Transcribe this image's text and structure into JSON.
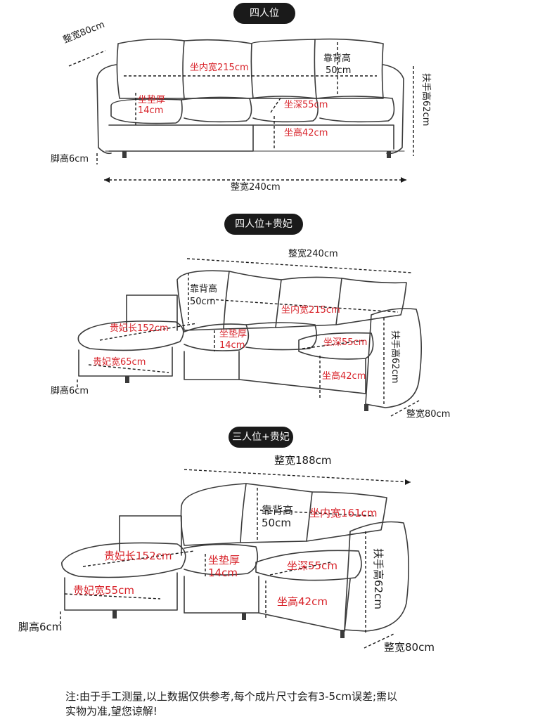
{
  "diagram1": {
    "title": "四人位",
    "depth": "整宽80cm",
    "seat_inner_width": "坐内宽215cm",
    "back_height_1": "靠背高",
    "back_height_2": "50cm",
    "cushion_thick_1": "坐垫厚",
    "cushion_thick_2": "14cm",
    "seat_depth": "坐深55cm",
    "seat_height": "坐高42cm",
    "arm_height": "扶手高62cm",
    "leg_height": "脚高6cm",
    "total_width": "整宽240cm"
  },
  "diagram2": {
    "title": "四人位+贵妃",
    "total_width": "整宽240cm",
    "back_height_1": "靠背高",
    "back_height_2": "50cm",
    "seat_inner_width": "坐内宽215cm",
    "chaise_length": "贵妃长152cm",
    "cushion_thick_1": "坐垫厚",
    "cushion_thick_2": "14cm",
    "seat_depth": "坐深55cm",
    "arm_height": "扶手高62cm",
    "chaise_width": "贵妃宽65cm",
    "seat_height": "坐高42cm",
    "leg_height": "脚高6cm",
    "depth": "整宽80cm"
  },
  "diagram3": {
    "title": "三人位+贵妃",
    "total_width": "整宽188cm",
    "back_height_1": "靠背高",
    "back_height_2": "50cm",
    "seat_inner_width": "坐内宽161cm",
    "chaise_length": "贵妃长152cm",
    "cushion_thick_1": "坐垫厚",
    "cushion_thick_2": "14cm",
    "seat_depth": "坐深55cm",
    "arm_height": "扶手高62cm",
    "chaise_width": "贵妃宽55cm",
    "seat_height": "坐高42cm",
    "leg_height": "脚高6cm",
    "depth": "整宽80cm"
  },
  "note": {
    "line1": "注:由于手工测量,以上数据仅供参考,每个成片尺寸会有3-5cm误差;需以",
    "line2": "实物为准,望您谅解!"
  }
}
